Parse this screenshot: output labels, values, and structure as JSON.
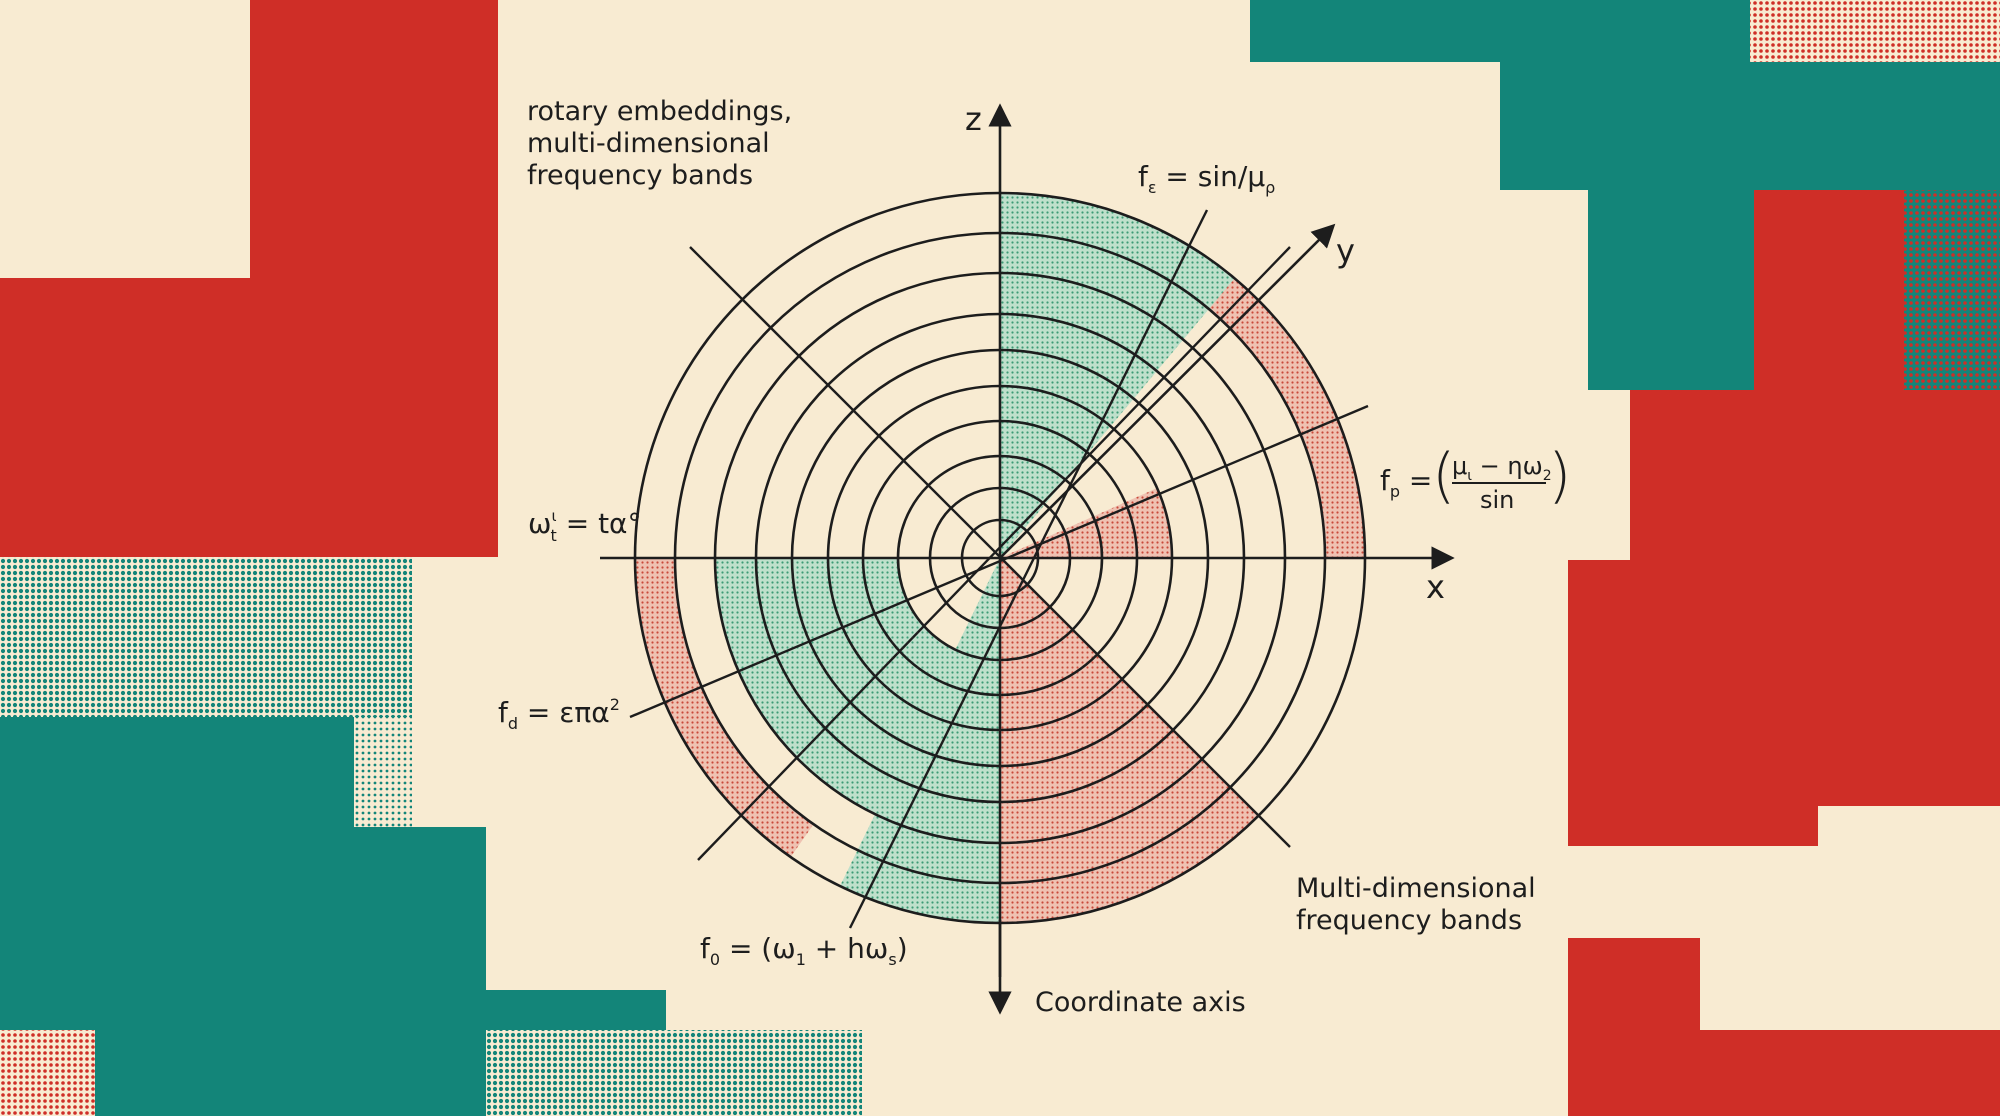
{
  "colors": {
    "background": "#f8ebd2",
    "red": "#cf2e27",
    "teal": "#138579",
    "ink": "#1d1d1d",
    "green_band": "#9fd0b6",
    "red_band": "#e39a86"
  },
  "caption_top": "rotary embeddings,\nmulti-dimensional\nfrequency bands",
  "caption_bottom_right": "Multi-dimensional\nfrequency bands",
  "axes": {
    "z": "z",
    "y": "y",
    "x": "x",
    "bottom_label": "Coordinate axis"
  },
  "formulas": {
    "f_eps": {
      "base": "f",
      "sub": "ε",
      "rest": " = sin/μ",
      "rest_sub": "ρ"
    },
    "f_p": {
      "base": "f",
      "sub": "p",
      "eq": " = ",
      "num_a": "μ",
      "num_a_sub": "ι",
      "num_b": " − ηω",
      "num_b_sub": "2",
      "den": "sin"
    },
    "omega_t": {
      "base": "ω",
      "sup": "ι",
      "sub": "t",
      "rest": " = tα°"
    },
    "f_d": {
      "base": "f",
      "sub": "d",
      "rest": " = επα",
      "sup": "2"
    },
    "f_0": {
      "base": "f",
      "sub": "0",
      "a": " = (ω",
      "a_sub": "1",
      "b": " + hω",
      "b_sub": "s",
      "c": ")"
    }
  }
}
